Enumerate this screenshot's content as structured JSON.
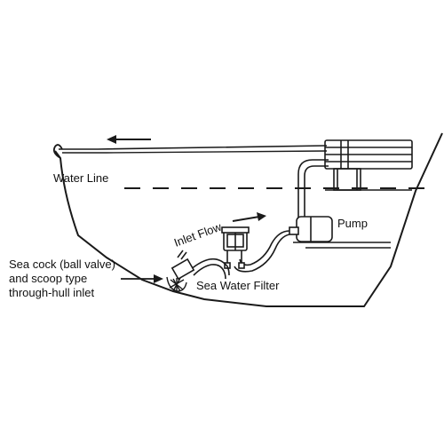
{
  "labels": {
    "water_line": "Water Line",
    "pump": "Pump",
    "inlet_flow": "Inlet Flow",
    "sea_water_filter": "Sea Water Filter",
    "sea_cock_line1": "Sea cock (ball valve)",
    "sea_cock_line2": "and scoop type",
    "sea_cock_line3": "through-hull inlet"
  },
  "colors": {
    "line": "#1a1a1a",
    "background": "#ffffff"
  }
}
